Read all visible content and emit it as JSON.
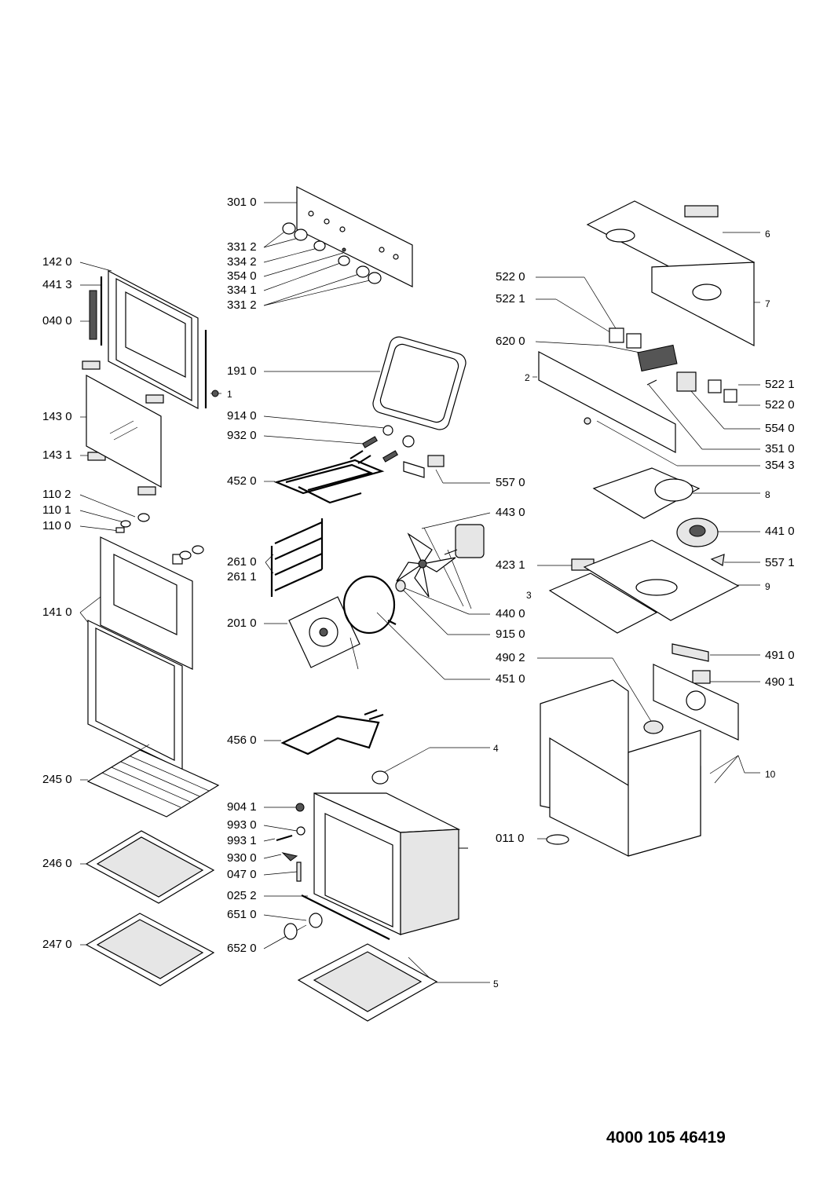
{
  "document_number": "4000 105 46419",
  "labels": {
    "p3010": "301 0",
    "p3312a": "331 2",
    "p3342": "334 2",
    "p3540": "354 0",
    "p3341": "334 1",
    "p3312b": "331 2",
    "p1420": "142 0",
    "p4413": "441 3",
    "p0400": "040 0",
    "p1": "1",
    "p1430": "143 0",
    "p1431": "143 1",
    "p1910": "191 0",
    "p9140": "914 0",
    "p9320": "932 0",
    "p4520": "452 0",
    "p5570": "557 0",
    "p1102": "110 2",
    "p1101": "110 1",
    "p1100": "110 0",
    "p4430": "443 0",
    "p2610": "261 0",
    "p2611": "261 1",
    "p1410": "141 0",
    "p2010": "201 0",
    "p4400": "440 0",
    "p9150": "915 0",
    "p4510": "451 0",
    "p4560": "456 0",
    "p4": "4",
    "p2450": "245 0",
    "p9041": "904 1",
    "p9930": "993 0",
    "p9931": "993 1",
    "p9300": "930 0",
    "p0470": "047 0",
    "p2460": "246 0",
    "p0252": "025 2",
    "p6510": "651 0",
    "p6520": "652 0",
    "p2470": "247 0",
    "p5": "5",
    "p6": "6",
    "p5220a": "522 0",
    "p5221a": "522 1",
    "p7": "7",
    "p6200": "620 0",
    "p2": "2",
    "p5221b": "522 1",
    "p5220b": "522 0",
    "p5540": "554 0",
    "p3510": "351 0",
    "p3543": "354 3",
    "p8": "8",
    "p4410": "441 0",
    "p4231": "423 1",
    "p5571": "557 1",
    "p3": "3",
    "p9": "9",
    "p4910": "491 0",
    "p4902": "490 2",
    "p4901": "490 1",
    "p10": "10",
    "p0110": "011 0"
  }
}
